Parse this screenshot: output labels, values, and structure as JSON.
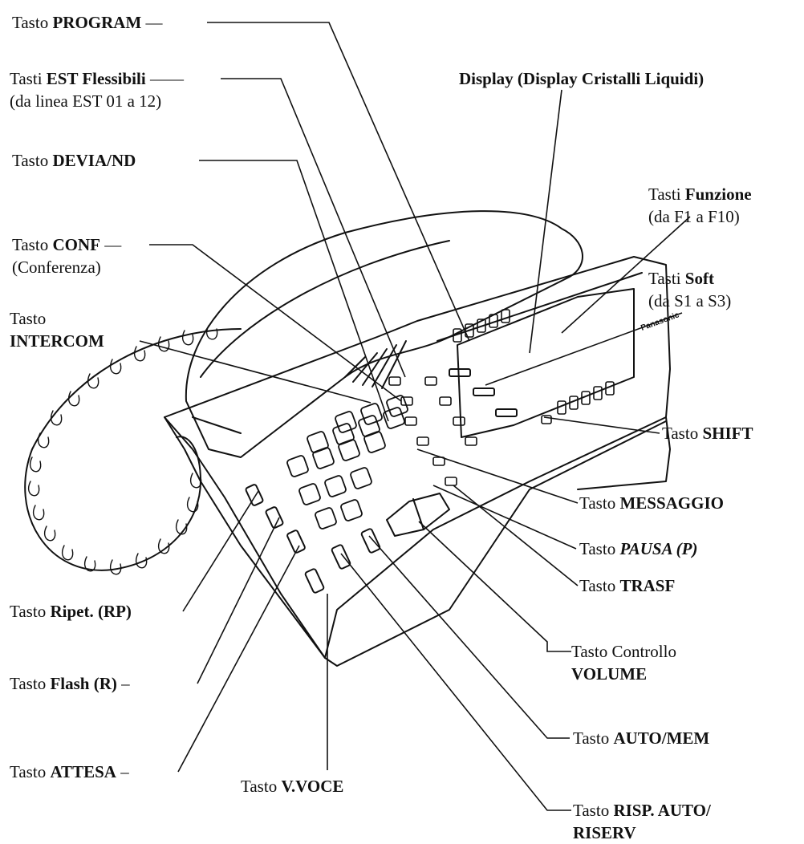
{
  "labels": {
    "program": {
      "pre": "Tasto ",
      "bold": "PROGRAM"
    },
    "est_flex": {
      "pre": "Tasti ",
      "bold": "EST Flessibili",
      "line2": "(da linea EST  01 a 12)"
    },
    "devia": {
      "pre": "Tasto ",
      "bold": "DEVIA/ND"
    },
    "conf": {
      "pre": "Tasto  ",
      "bold": "CONF",
      "line2": "(Conferenza)"
    },
    "intercom": {
      "pre": "Tasto",
      "bold": "INTERCOM"
    },
    "display": {
      "bold": "Display (Display Cristalli Liquidi)"
    },
    "funzione": {
      "pre": "Tasti ",
      "bold": "Funzione",
      "line2": "(da F1 a F10)"
    },
    "soft": {
      "pre": "Tasti ",
      "bold": "Soft",
      "line2": "(da S1 a S3)"
    },
    "shift": {
      "pre": "Tasto ",
      "bold": "SHIFT"
    },
    "messaggio": {
      "pre": "Tasto ",
      "bold": "MESSAGGIO"
    },
    "pausa": {
      "pre": "Tasto ",
      "bold": "PAUSA (P)"
    },
    "trasf": {
      "pre": "Tasto  ",
      "bold": "TRASF"
    },
    "volume": {
      "pre": "Tasto Controllo",
      "bold": "VOLUME"
    },
    "auto_mem": {
      "pre": "Tasto ",
      "bold": "AUTO/MEM"
    },
    "risp_auto": {
      "pre": "Tasto ",
      "bold": "RISP. AUTO/",
      "line2": "RISERV"
    },
    "ripet": {
      "pre": "Tasto ",
      "bold": "Ripet. (RP)"
    },
    "flash": {
      "pre": "Tasto ",
      "bold": "Flash (R)",
      "post": " –"
    },
    "attesa": {
      "pre": "Tasto  ",
      "bold": "ATTESA",
      "post": " –"
    },
    "vvoce": {
      "pre": "Tasto ",
      "bold": "V.VOCE"
    }
  },
  "brand": "Panasonic"
}
